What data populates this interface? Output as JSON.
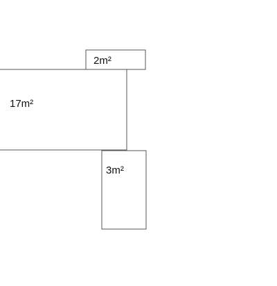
{
  "rooms": [
    {
      "id": "room-large",
      "label": "17m²"
    },
    {
      "id": "room-top",
      "label": "2m²"
    },
    {
      "id": "room-bottom",
      "label": "3m²"
    }
  ],
  "colors": {
    "background": "#ffffff",
    "outline": "#555555",
    "text": "#111111"
  }
}
